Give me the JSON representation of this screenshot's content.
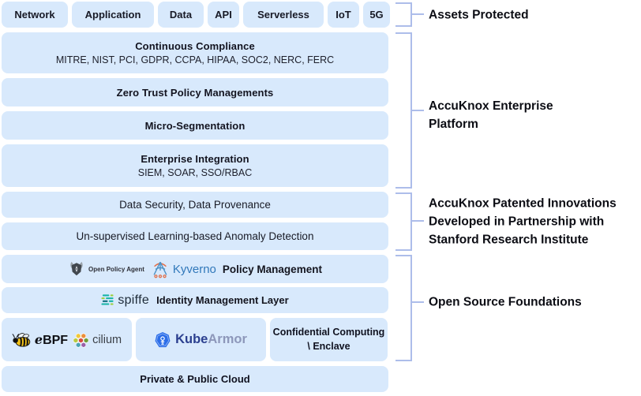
{
  "colors": {
    "box_bg": "#d8e9fc",
    "bracket": "#adbdea",
    "kyverno_blue": "#3178ba",
    "kubearmor_navy": "#2b3f8f",
    "kubearmor_gray": "#8d97ba",
    "spiffe_teal": "#16b3a6",
    "text_dark": "#14151f"
  },
  "assets": {
    "items": [
      "Network",
      "Application",
      "Data",
      "API",
      "Serverless",
      "IoT",
      "5G"
    ]
  },
  "rows": {
    "compliance": {
      "title": "Continuous Compliance",
      "subtitle": "MITRE, NIST, PCI, GDPR, CCPA, HIPAA, SOC2, NERC, FERC"
    },
    "zero_trust": {
      "title": "Zero Trust Policy Managements"
    },
    "micro_segmentation": {
      "title": "Micro-Segmentation"
    },
    "enterprise_integration": {
      "title": "Enterprise Integration",
      "subtitle": "SIEM, SOAR, SSO/RBAC"
    },
    "data_security": {
      "title": "Data Security, Data Provenance"
    },
    "anomaly": {
      "title": "Un-supervised Learning-based Anomaly Detection"
    },
    "policy_management": {
      "opa_label": "Open Policy Agent",
      "kyverno_label": "Kyverno",
      "title": "Policy Management"
    },
    "identity": {
      "spiffe_label": "spiffe",
      "title": "Identity Management Layer"
    },
    "foundations": {
      "ebpf_label": "eBPF",
      "cilium_label": "cilium",
      "kubearmor_kube": "Kube",
      "kubearmor_armor": "Armor",
      "confidential_line1": "Confidential Computing",
      "confidential_line2": "\\ Enclave"
    },
    "cloud": {
      "title": "Private & Public Cloud"
    }
  },
  "brackets": {
    "assets": {
      "label": "Assets Protected"
    },
    "enterprise": {
      "line1": "AccuKnox Enterprise",
      "line2": "Platform"
    },
    "patented": {
      "line1": "AccuKnox Patented Innovations",
      "line2": "Developed in Partnership with",
      "line3": "Stanford Research Institute"
    },
    "open_source": {
      "label": "Open Source Foundations"
    }
  }
}
